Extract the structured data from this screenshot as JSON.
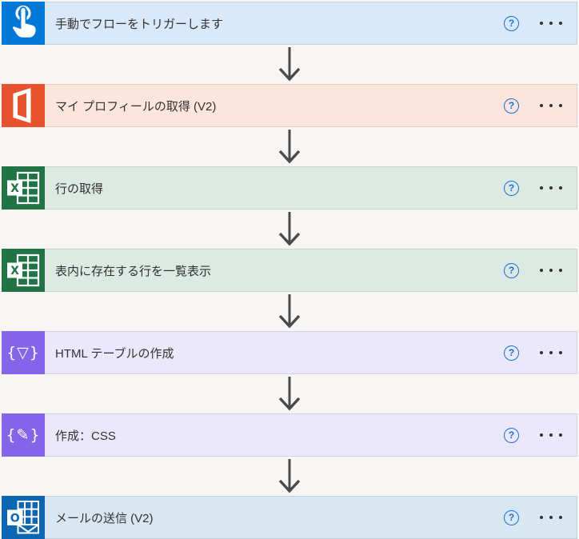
{
  "canvas": {
    "background": "#f7f6f5",
    "arrow_color": "#4a4a4a",
    "title_color": "#323130",
    "help_color": "#1570d6"
  },
  "controls": {
    "help_glyph": "?"
  },
  "steps": [
    {
      "title": "手動でフローをトリガーします",
      "icon": "manual-trigger-touch-icon",
      "brand_color": "#0078d7",
      "bar_color": "#d9e9f9"
    },
    {
      "title": "マイ プロフィールの取得 (V2)",
      "icon": "office-365-logo-icon",
      "brand_color": "#e8512d",
      "bar_color": "#fbe5dd"
    },
    {
      "title": "行の取得",
      "icon": "excel-icon",
      "icon_letter": "X",
      "brand_color": "#217346",
      "bar_color": "#ddeae4"
    },
    {
      "title": "表内に存在する行を一覧表示",
      "icon": "excel-icon",
      "icon_letter": "X",
      "brand_color": "#217346",
      "bar_color": "#ddeae4"
    },
    {
      "title": "HTML テーブルの作成",
      "icon": "braces-funnel-icon",
      "icon_glyph": "{▽}",
      "brand_color": "#8464e8",
      "bar_color": "#ece8fb"
    },
    {
      "title": "作成：CSS",
      "icon": "braces-pencil-icon",
      "icon_glyph": "{✎}",
      "brand_color": "#8464e8",
      "bar_color": "#ece8fb"
    },
    {
      "title": "メールの送信 (V2)",
      "icon": "outlook-icon",
      "icon_letter": "O",
      "brand_color": "#0e65b2",
      "bar_color": "#d9e7f3"
    }
  ]
}
